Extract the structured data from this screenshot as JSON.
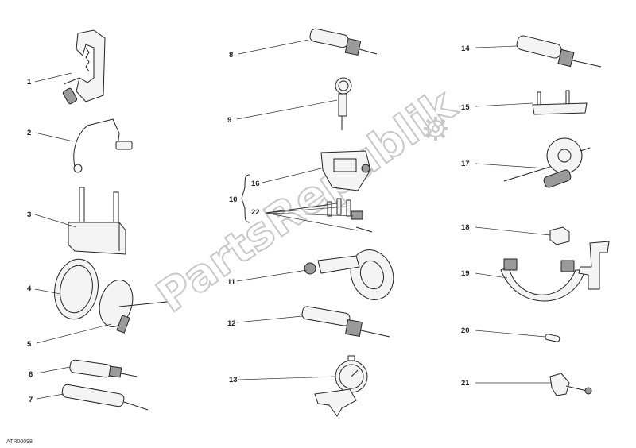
{
  "diagram": {
    "drawing_code": "ATR00098",
    "watermark": "PartsRepublik",
    "callouts": [
      "1",
      "2",
      "3",
      "4",
      "5",
      "6",
      "7",
      "8",
      "9",
      "10",
      "11",
      "12",
      "13",
      "14",
      "15",
      "16",
      "17",
      "18",
      "19",
      "20",
      "21",
      "22"
    ]
  }
}
